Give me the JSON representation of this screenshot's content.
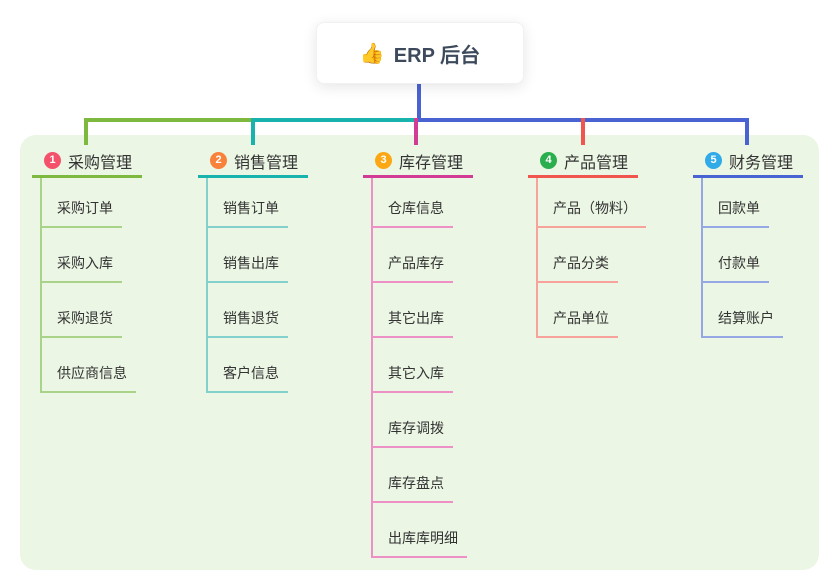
{
  "root": {
    "icon": "👍",
    "title": "ERP 后台"
  },
  "stem_color": "#4A63D3",
  "branches": [
    {
      "badge": "1",
      "title": "采购管理",
      "color": "#7DB93F",
      "light_color": "#A9D388",
      "badge_color": "#F4526B",
      "items": [
        "采购订单",
        "采购入库",
        "采购退货",
        "供应商信息"
      ]
    },
    {
      "badge": "2",
      "title": "销售管理",
      "color": "#17B3AC",
      "light_color": "#82D1CC",
      "badge_color": "#F8823B",
      "items": [
        "销售订单",
        "销售出库",
        "销售退货",
        "客户信息"
      ]
    },
    {
      "badge": "3",
      "title": "库存管理",
      "color": "#D23C95",
      "light_color": "#EC90C6",
      "badge_color": "#FBA814",
      "items": [
        "仓库信息",
        "产品库存",
        "其它出库",
        "其它入库",
        "库存调拨",
        "库存盘点",
        "出库库明细"
      ]
    },
    {
      "badge": "4",
      "title": "产品管理",
      "color": "#F0564E",
      "light_color": "#F7A39C",
      "badge_color": "#2BAE4E",
      "items": [
        "产品（物料）",
        "产品分类",
        "产品单位"
      ]
    },
    {
      "badge": "5",
      "title": "财务管理",
      "color": "#4A63D3",
      "light_color": "#96A7E5",
      "badge_color": "#30ABE8",
      "items": [
        "回款单",
        "付款单",
        "结算账户"
      ]
    }
  ]
}
